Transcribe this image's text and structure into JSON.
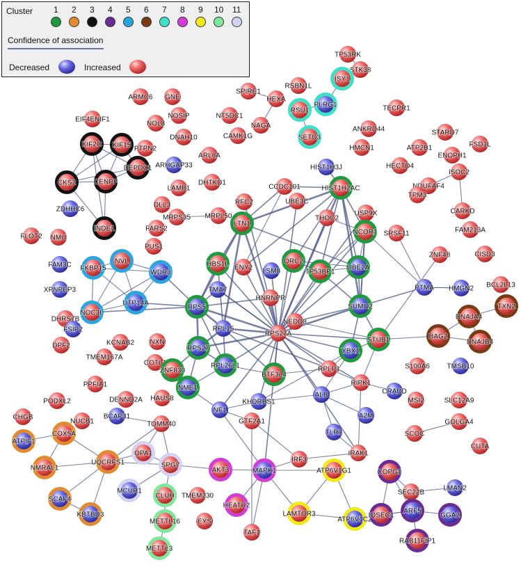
{
  "legend": {
    "cluster_label": "Cluster",
    "clusters": [
      {
        "id": "1",
        "color": "#1f9a3f"
      },
      {
        "id": "2",
        "color": "#e38a2c"
      },
      {
        "id": "3",
        "color": "#111111"
      },
      {
        "id": "4",
        "color": "#6a2c94"
      },
      {
        "id": "5",
        "color": "#29a6df"
      },
      {
        "id": "6",
        "color": "#7a3a14"
      },
      {
        "id": "7",
        "color": "#3fe0c8"
      },
      {
        "id": "8",
        "color": "#d23bd6"
      },
      {
        "id": "9",
        "color": "#f2ea18"
      },
      {
        "id": "10",
        "color": "#7de89a"
      },
      {
        "id": "11",
        "color": "#d2d2f2"
      }
    ],
    "confidence_label": "Confidence of association",
    "decreased_label": "Decreased",
    "increased_label": "Increased"
  },
  "colors": {
    "decreased": "#6c6ce4",
    "increased": "#f06a6a",
    "edge": "#4a5585"
  },
  "nodes": [
    {
      "id": "TP53RK",
      "reg": "inc"
    },
    {
      "id": "STK38",
      "reg": "inc"
    },
    {
      "id": "ISY1",
      "reg": "inc",
      "cluster": "7"
    },
    {
      "id": "RSBN1L",
      "reg": "inc"
    },
    {
      "id": "ARMC6",
      "reg": "inc"
    },
    {
      "id": "GNE",
      "reg": "inc"
    },
    {
      "id": "SPIRE1",
      "reg": "inc"
    },
    {
      "id": "HEXA",
      "reg": "inc"
    },
    {
      "id": "RSU1",
      "reg": "inc",
      "cluster": "7"
    },
    {
      "id": "PLRG1",
      "reg": "dec",
      "cluster": "7"
    },
    {
      "id": "TECPR1",
      "reg": "inc"
    },
    {
      "id": "NOSIP",
      "reg": "inc"
    },
    {
      "id": "NT5DC1",
      "reg": "inc"
    },
    {
      "id": "EIF4ENIF1",
      "reg": "inc"
    },
    {
      "id": "NOL8",
      "reg": "inc"
    },
    {
      "id": "NAGA",
      "reg": "inc"
    },
    {
      "id": "SETD3",
      "reg": "inc",
      "cluster": "7"
    },
    {
      "id": "ANKRD44",
      "reg": "inc"
    },
    {
      "id": "STARD7",
      "reg": "inc"
    },
    {
      "id": "FSD1L",
      "reg": "inc"
    },
    {
      "id": "KIF2C",
      "reg": "inc",
      "cluster": "3"
    },
    {
      "id": "KIF15",
      "reg": "inc",
      "cluster": "3"
    },
    {
      "id": "PTPN2",
      "reg": "inc"
    },
    {
      "id": "DNAH10",
      "reg": "inc"
    },
    {
      "id": "CAMK1G",
      "reg": "inc"
    },
    {
      "id": "HMCN1",
      "reg": "inc"
    },
    {
      "id": "ATP2B1",
      "reg": "inc"
    },
    {
      "id": "ENOPH1",
      "reg": "inc"
    },
    {
      "id": "DEPDC1",
      "reg": "inc",
      "cluster": "3"
    },
    {
      "id": "ARL8A",
      "reg": "inc"
    },
    {
      "id": "HIST1H3J",
      "reg": "dec"
    },
    {
      "id": "ISOC2",
      "reg": "inc"
    },
    {
      "id": "ARHGAP33",
      "reg": "dec"
    },
    {
      "id": "HECTD4",
      "reg": "inc"
    },
    {
      "id": "CKS2",
      "reg": "inc",
      "cluster": "3"
    },
    {
      "id": "CENPF",
      "reg": "inc",
      "cluster": "3"
    },
    {
      "id": "DHTKD1",
      "reg": "inc"
    },
    {
      "id": "CCDC101",
      "reg": "inc"
    },
    {
      "id": "HIST1H2AC",
      "reg": "inc",
      "cluster": "1"
    },
    {
      "id": "NDUFAF4",
      "reg": "inc"
    },
    {
      "id": "LAMB1",
      "reg": "inc"
    },
    {
      "id": "TPM3",
      "reg": "inc"
    },
    {
      "id": "ZDHHC6",
      "reg": "dec"
    },
    {
      "id": "RFC2",
      "reg": "inc"
    },
    {
      "id": "CARKD",
      "reg": "inc"
    },
    {
      "id": "DLL3",
      "reg": "inc"
    },
    {
      "id": "UBE3C",
      "reg": "inc"
    },
    {
      "id": "USP9X",
      "reg": "inc"
    },
    {
      "id": "MRPS35",
      "reg": "inc"
    },
    {
      "id": "MRPL50",
      "reg": "inc"
    },
    {
      "id": "THOC2",
      "reg": "inc"
    },
    {
      "id": "FAM213A",
      "reg": "inc"
    },
    {
      "id": "INDE1",
      "reg": "inc",
      "cluster": "3"
    },
    {
      "id": "FARS2",
      "reg": "inc"
    },
    {
      "id": "LTN1",
      "reg": "inc",
      "cluster": "1"
    },
    {
      "id": "SRSF11",
      "reg": "inc"
    },
    {
      "id": "FLOT2",
      "reg": "inc"
    },
    {
      "id": "NMU",
      "reg": "inc"
    },
    {
      "id": "NCOR1",
      "reg": "inc",
      "cluster": "1"
    },
    {
      "id": "PUS1",
      "reg": "inc"
    },
    {
      "id": "CISD3",
      "reg": "inc"
    },
    {
      "id": "ZNF48",
      "reg": "inc"
    },
    {
      "id": "NVL",
      "reg": "inc",
      "cluster": "5"
    },
    {
      "id": "HBS1L",
      "reg": "inc",
      "cluster": "1"
    },
    {
      "id": "ORC2",
      "reg": "inc",
      "cluster": "1"
    },
    {
      "id": "FAM3C",
      "reg": "dec"
    },
    {
      "id": "FKBP15",
      "reg": "inc",
      "cluster": "5"
    },
    {
      "id": "ENY2",
      "reg": "inc"
    },
    {
      "id": "LSM8",
      "reg": "dec"
    },
    {
      "id": "TP53BP1",
      "reg": "inc",
      "cluster": "1"
    },
    {
      "id": "UBE2A",
      "reg": "dec",
      "cluster": "1"
    },
    {
      "id": "WDR3",
      "reg": "dec",
      "cluster": "5"
    },
    {
      "id": "PTMA",
      "reg": "dec"
    },
    {
      "id": "HMGN2",
      "reg": "dec"
    },
    {
      "id": "BCL2L13",
      "reg": "inc"
    },
    {
      "id": "XPNPEP3",
      "reg": "dec"
    },
    {
      "id": "TMA7",
      "reg": "dec"
    },
    {
      "id": "UTP14A",
      "reg": "dec",
      "cluster": "5"
    },
    {
      "id": "HNRNPR",
      "reg": "inc"
    },
    {
      "id": "SUMO2",
      "reg": "dec",
      "cluster": "1"
    },
    {
      "id": "TXN2",
      "reg": "inc",
      "cluster": "6"
    },
    {
      "id": "NOC3L",
      "reg": "inc",
      "cluster": "5"
    },
    {
      "id": "RPS5",
      "reg": "dec",
      "cluster": "1"
    },
    {
      "id": "DNAJA4",
      "reg": "inc",
      "cluster": "6"
    },
    {
      "id": "DHRS7B",
      "reg": "inc"
    },
    {
      "id": "NEDD8",
      "reg": "inc"
    },
    {
      "id": "FSIP2",
      "reg": "dec"
    },
    {
      "id": "RPL15",
      "reg": "dec"
    },
    {
      "id": "RPS27A",
      "reg": "inc"
    },
    {
      "id": "KCNAB2",
      "reg": "inc"
    },
    {
      "id": "NXN",
      "reg": "inc"
    },
    {
      "id": "STUB1",
      "reg": "inc",
      "cluster": "1"
    },
    {
      "id": "BAG2",
      "reg": "inc",
      "cluster": "6"
    },
    {
      "id": "DNAJB4",
      "reg": "inc",
      "cluster": "6"
    },
    {
      "id": "DPF2",
      "reg": "inc"
    },
    {
      "id": "RPS27",
      "reg": "dec",
      "cluster": "1"
    },
    {
      "id": "YBX1",
      "reg": "dec",
      "cluster": "1"
    },
    {
      "id": "TMEM167A",
      "reg": "inc"
    },
    {
      "id": "COTL1",
      "reg": "inc"
    },
    {
      "id": "S100A6",
      "reg": "inc"
    },
    {
      "id": "TMSB10",
      "reg": "dec"
    },
    {
      "id": "RPL26L1",
      "reg": "dec",
      "cluster": "1"
    },
    {
      "id": "ZNF830",
      "reg": "inc",
      "cluster": "1"
    },
    {
      "id": "BTF3L4",
      "reg": "inc",
      "cluster": "1"
    },
    {
      "id": "RPLP1",
      "reg": "inc"
    },
    {
      "id": "PPFIA1",
      "reg": "inc"
    },
    {
      "id": "RIPK1",
      "reg": "inc"
    },
    {
      "id": "NME1",
      "reg": "dec",
      "cluster": "1"
    },
    {
      "id": "CRADD",
      "reg": "dec"
    },
    {
      "id": "ALB",
      "reg": "dec"
    },
    {
      "id": "KHDRBS1",
      "reg": "dec"
    },
    {
      "id": "MSI2",
      "reg": "inc"
    },
    {
      "id": "SLC12A9",
      "reg": "inc"
    },
    {
      "id": "PODXL2",
      "reg": "inc"
    },
    {
      "id": "DENND2A",
      "reg": "inc"
    },
    {
      "id": "HAUS8",
      "reg": "inc"
    },
    {
      "id": "CHGB",
      "reg": "inc"
    },
    {
      "id": "A2M",
      "reg": "dec"
    },
    {
      "id": "NF1",
      "reg": "dec"
    },
    {
      "id": "GTF2A1",
      "reg": "inc"
    },
    {
      "id": "NUCB1",
      "reg": "inc"
    },
    {
      "id": "BCAP31",
      "reg": "dec"
    },
    {
      "id": "TOMM40",
      "reg": "inc"
    },
    {
      "id": "GOLGA4",
      "reg": "inc"
    },
    {
      "id": "SCOC",
      "reg": "inc"
    },
    {
      "id": "CUTA",
      "reg": "inc"
    },
    {
      "id": "TLR7",
      "reg": "dec"
    },
    {
      "id": "ATPIF1",
      "reg": "dec",
      "cluster": "2"
    },
    {
      "id": "COX5A",
      "reg": "inc",
      "cluster": "2"
    },
    {
      "id": "NMRAL1",
      "reg": "inc",
      "cluster": "2"
    },
    {
      "id": "UQCRFS1",
      "reg": "inc",
      "cluster": "2"
    },
    {
      "id": "OPA1",
      "reg": "inc",
      "cluster": "11"
    },
    {
      "id": "SPG7",
      "reg": "inc",
      "cluster": "11"
    },
    {
      "id": "AKT3",
      "reg": "inc",
      "cluster": "8"
    },
    {
      "id": "MAPK1",
      "reg": "dec",
      "cluster": "8"
    },
    {
      "id": "IRF3",
      "reg": "inc"
    },
    {
      "id": "ATP6V1G1",
      "reg": "inc",
      "cluster": "9"
    },
    {
      "id": "IRAK1",
      "reg": "inc"
    },
    {
      "id": "COPG1",
      "reg": "inc",
      "cluster": "4"
    },
    {
      "id": "SEC22B",
      "reg": "inc"
    },
    {
      "id": "LMAN2",
      "reg": "dec"
    },
    {
      "id": "SCAF4",
      "reg": "dec",
      "cluster": "2"
    },
    {
      "id": "KBTBD3",
      "reg": "dec",
      "cluster": "2"
    },
    {
      "id": "MCUR1",
      "reg": "dec",
      "cluster": "11"
    },
    {
      "id": "CLUH",
      "reg": "inc",
      "cluster": "10"
    },
    {
      "id": "TMEM230",
      "reg": "inc"
    },
    {
      "id": "HEATR2",
      "reg": "inc",
      "cluster": "8"
    },
    {
      "id": "LAMTOR3",
      "reg": "inc",
      "cluster": "9"
    },
    {
      "id": "ATP6V1C2",
      "reg": "dec",
      "cluster": "9"
    },
    {
      "id": "IQSEC1",
      "reg": "inc",
      "cluster": "4"
    },
    {
      "id": "ARF5",
      "reg": "dec",
      "cluster": "4"
    },
    {
      "id": "GGA2",
      "reg": "dec",
      "cluster": "4"
    },
    {
      "id": "METTL16",
      "reg": "inc",
      "cluster": "10"
    },
    {
      "id": "EYS",
      "reg": "inc"
    },
    {
      "id": "TAF1",
      "reg": "inc"
    },
    {
      "id": "RAB11FIP1",
      "reg": "inc",
      "cluster": "4"
    },
    {
      "id": "METTL3",
      "reg": "inc",
      "cluster": "10"
    }
  ],
  "edges": [
    [
      "TP53RK",
      "STK38"
    ],
    [
      "ISY1",
      "PLRG1"
    ],
    [
      "PLRG1",
      "RSU1"
    ],
    [
      "RSU1",
      "SETD3"
    ],
    [
      "SPIRE1",
      "HEXA"
    ],
    [
      "HEXA",
      "NAGA"
    ],
    [
      "KIF2C",
      "KIF15"
    ],
    [
      "KIF2C",
      "DEPDC1"
    ],
    [
      "KIF2C",
      "CKS2"
    ],
    [
      "KIF2C",
      "CENPF"
    ],
    [
      "KIF2C",
      "INDE1"
    ],
    [
      "KIF15",
      "DEPDC1"
    ],
    [
      "KIF15",
      "CENPF"
    ],
    [
      "KIF15",
      "CKS2"
    ],
    [
      "DEPDC1",
      "CENPF"
    ],
    [
      "DEPDC1",
      "CKS2"
    ],
    [
      "CKS2",
      "CENPF"
    ],
    [
      "CKS2",
      "INDE1"
    ],
    [
      "CENPF",
      "INDE1"
    ],
    [
      "HIST1H3J",
      "HIST1H2AC"
    ],
    [
      "HIST1H2AC",
      "CCDC101"
    ],
    [
      "HIST1H2AC",
      "ORC2"
    ],
    [
      "HIST1H2AC",
      "TP53BP1"
    ],
    [
      "HIST1H2AC",
      "UBE2A"
    ],
    [
      "HIST1H2AC",
      "NCOR1"
    ],
    [
      "HIST1H2AC",
      "SUMO2"
    ],
    [
      "HIST1H2AC",
      "RPS27A"
    ],
    [
      "HIST1H2AC",
      "ENY2"
    ],
    [
      "HIST1H2AC",
      "LTN1"
    ],
    [
      "CCDC101",
      "ENY2"
    ],
    [
      "CCDC101",
      "LTN1"
    ],
    [
      "RFC2",
      "RPS27A"
    ],
    [
      "ISOC2",
      "NDUFAF4"
    ],
    [
      "ISOC2",
      "CARKD"
    ],
    [
      "MRPS35",
      "MRPL50"
    ],
    [
      "LTN1",
      "RPS27A"
    ],
    [
      "LTN1",
      "HBS1L"
    ],
    [
      "LTN1",
      "RPS5"
    ],
    [
      "LTN1",
      "RPL15"
    ],
    [
      "LTN1",
      "UBE2A"
    ],
    [
      "NCOR1",
      "SUMO2"
    ],
    [
      "NCOR1",
      "TP53BP1"
    ],
    [
      "NCOR1",
      "RPS27A"
    ],
    [
      "NCOR1",
      "UBE2A"
    ],
    [
      "USP9X",
      "RPS27A"
    ],
    [
      "USP9X",
      "SUMO2"
    ],
    [
      "THOC2",
      "RPS27A"
    ],
    [
      "THOC2",
      "NCOR1"
    ],
    [
      "UBE3C",
      "RPS27A"
    ],
    [
      "SRSF11",
      "PTMA"
    ],
    [
      "PTMA",
      "SUMO2"
    ],
    [
      "PTMA",
      "HMGN2"
    ],
    [
      "ZNF48",
      "STUB1"
    ],
    [
      "NVL",
      "WDR3"
    ],
    [
      "NVL",
      "FKBP15"
    ],
    [
      "NVL",
      "UTP14A"
    ],
    [
      "NVL",
      "NOC3L"
    ],
    [
      "WDR3",
      "UTP14A"
    ],
    [
      "WDR3",
      "NOC3L"
    ],
    [
      "WDR3",
      "FKBP15"
    ],
    [
      "UTP14A",
      "NOC3L"
    ],
    [
      "FKBP15",
      "NOC3L"
    ],
    [
      "FKBP15",
      "UTP14A"
    ],
    [
      "UTP14A",
      "RPS5"
    ],
    [
      "NOC3L",
      "RPS5"
    ],
    [
      "WDR3",
      "RPS5"
    ],
    [
      "HBS1L",
      "RPS27A"
    ],
    [
      "HBS1L",
      "RPS5"
    ],
    [
      "HBS1L",
      "RPL15"
    ],
    [
      "ORC2",
      "RPS27A"
    ],
    [
      "ORC2",
      "TP53BP1"
    ],
    [
      "ORC2",
      "UBE2A"
    ],
    [
      "TP53BP1",
      "RPS27A"
    ],
    [
      "TP53BP1",
      "SUMO2"
    ],
    [
      "TP53BP1",
      "UBE2A"
    ],
    [
      "UBE2A",
      "RPS27A"
    ],
    [
      "UBE2A",
      "SUMO2"
    ],
    [
      "ENY2",
      "RPS27A"
    ],
    [
      "LSM8",
      "RPS27A"
    ],
    [
      "RPS5",
      "RPS27A"
    ],
    [
      "RPS5",
      "RPL15"
    ],
    [
      "RPS5",
      "RPS27"
    ],
    [
      "RPS5",
      "TMA7"
    ],
    [
      "RPS5",
      "RPL26L1"
    ],
    [
      "RPS5",
      "HNRNPR"
    ],
    [
      "RPL15",
      "RPS27A"
    ],
    [
      "RPL15",
      "RPS27"
    ],
    [
      "RPL15",
      "RPL26L1"
    ],
    [
      "RPL15",
      "RPLP1"
    ],
    [
      "RPL15",
      "BTF3L4"
    ],
    [
      "RPS27",
      "RPS27A"
    ],
    [
      "RPS27",
      "RPL26L1"
    ],
    [
      "RPS27",
      "ZNF830"
    ],
    [
      "RPS27",
      "NME1"
    ],
    [
      "RPL26L1",
      "RPS27A"
    ],
    [
      "RPL26L1",
      "BTF3L4"
    ],
    [
      "BTF3L4",
      "RPS27A"
    ],
    [
      "RPS27A",
      "NEDD8"
    ],
    [
      "RPS27A",
      "SUMO2"
    ],
    [
      "RPS27A",
      "STUB1"
    ],
    [
      "RPS27A",
      "YBX1"
    ],
    [
      "RPS27A",
      "RPLP1"
    ],
    [
      "RPS27A",
      "HNRNPR"
    ],
    [
      "RPS27A",
      "TMA7"
    ],
    [
      "RPS27A",
      "RIPK1"
    ],
    [
      "RPS27A",
      "KHDRBS1"
    ],
    [
      "RPS27A",
      "NF1"
    ],
    [
      "RPS27A",
      "ALB"
    ],
    [
      "RPS27A",
      "MAPK1"
    ],
    [
      "RPS27A",
      "IRAK1"
    ],
    [
      "NEDD8",
      "SUMO2"
    ],
    [
      "NEDD8",
      "STUB1"
    ],
    [
      "SUMO2",
      "STUB1"
    ],
    [
      "SUMO2",
      "YBX1"
    ],
    [
      "STUB1",
      "BAG2"
    ],
    [
      "STUB1",
      "YBX1"
    ],
    [
      "STUB1",
      "RIPK1"
    ],
    [
      "BAG2",
      "DNAJA4"
    ],
    [
      "BAG2",
      "DNAJB4"
    ],
    [
      "DNAJA4",
      "DNAJB4"
    ],
    [
      "DNAJA4",
      "TXN2"
    ],
    [
      "YBX1",
      "RPLP1"
    ],
    [
      "YBX1",
      "KHDRBS1"
    ],
    [
      "YBX1",
      "ALB"
    ],
    [
      "RPLP1",
      "BTF3L4"
    ],
    [
      "RPLP1",
      "RIPK1"
    ],
    [
      "RIPK1",
      "CRADD"
    ],
    [
      "RIPK1",
      "IRAK1"
    ],
    [
      "RIPK1",
      "ALB"
    ],
    [
      "NME1",
      "ZNF830"
    ],
    [
      "NME1",
      "RPL26L1"
    ],
    [
      "NME1",
      "NF1"
    ],
    [
      "ALB",
      "A2M"
    ],
    [
      "ALB",
      "TLR7"
    ],
    [
      "ALB",
      "KHDRBS1"
    ],
    [
      "NF1",
      "MAPK1"
    ],
    [
      "NF1",
      "GTF2A1"
    ],
    [
      "GTF2A1",
      "TAF1"
    ],
    [
      "GTF2A1",
      "IRF3"
    ],
    [
      "TLR7",
      "IRAK1"
    ],
    [
      "IRF3",
      "IRAK1"
    ],
    [
      "IRF3",
      "MAPK1"
    ],
    [
      "MAPK1",
      "AKT3"
    ],
    [
      "MAPK1",
      "HEATR2"
    ],
    [
      "MAPK1",
      "LAMTOR3"
    ],
    [
      "MAPK1",
      "ATP6V1G1"
    ],
    [
      "MAPK1",
      "TAF1"
    ],
    [
      "AKT3",
      "SPG7"
    ],
    [
      "ATP6V1G1",
      "ATP6V1C2"
    ],
    [
      "ATP6V1G1",
      "LAMTOR3"
    ],
    [
      "LAMTOR3",
      "ATP6V1C2"
    ],
    [
      "COPG1",
      "SEC22B"
    ],
    [
      "COPG1",
      "ARF5"
    ],
    [
      "COPG1",
      "IQSEC1"
    ],
    [
      "SEC22B",
      "LMAN2"
    ],
    [
      "SEC22B",
      "ARF5"
    ],
    [
      "SCOC",
      "GOLGA4"
    ],
    [
      "ARF5",
      "IQSEC1"
    ],
    [
      "ARF5",
      "GGA2"
    ],
    [
      "ARF5",
      "RAB11FIP1"
    ],
    [
      "IQSEC1",
      "ARF5"
    ],
    [
      "BCAP31",
      "TOMM40"
    ],
    [
      "TOMM40",
      "UQCRFS1"
    ],
    [
      "TOMM40",
      "SPG7"
    ],
    [
      "TOMM40",
      "OPA1"
    ],
    [
      "ATPIF1",
      "COX5A"
    ],
    [
      "COX5A",
      "UQCRFS1"
    ],
    [
      "COX5A",
      "NMRAL1"
    ],
    [
      "NMRAL1",
      "UQCRFS1"
    ],
    [
      "UQCRFS1",
      "SCAF4"
    ],
    [
      "UQCRFS1",
      "KBTBD3"
    ],
    [
      "SCAF4",
      "KBTBD3"
    ],
    [
      "UQCRFS1",
      "OPA1"
    ],
    [
      "UQCRFS1",
      "SPG7"
    ],
    [
      "OPA1",
      "SPG7"
    ],
    [
      "SPG7",
      "MCUR1"
    ],
    [
      "SPG7",
      "CLUH"
    ],
    [
      "CLUH",
      "METTL16"
    ],
    [
      "METTL16",
      "METTL3"
    ],
    [
      "TMA7",
      "RPS27A"
    ],
    [
      "KHDRBS1",
      "NF1"
    ],
    [
      "HMGN2",
      "PTMA"
    ],
    [
      "NCOR1",
      "PTMA"
    ]
  ]
}
